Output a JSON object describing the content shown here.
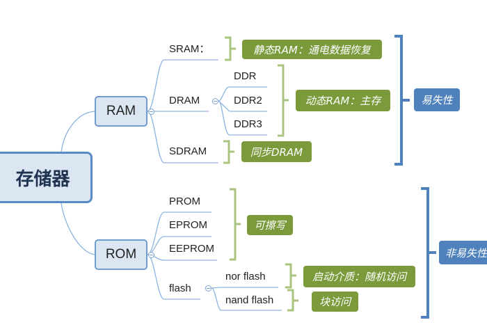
{
  "root": "存储器",
  "ram": {
    "label": "RAM",
    "children": [
      "SRAM：",
      "DRAM",
      "SDRAM"
    ],
    "dram_children": [
      "DDR",
      "DDR2",
      "DDR3"
    ],
    "notes": {
      "sram": "静态RAM：通电数据恢复",
      "dram": "动态RAM：主存",
      "sdram": "同步DRAM"
    },
    "summary": "易失性"
  },
  "rom": {
    "label": "ROM",
    "children": [
      "PROM",
      "EPROM",
      "EEPROM",
      "flash"
    ],
    "flash_children": [
      "nor flash",
      "nand flash"
    ],
    "notes": {
      "prom_group": "可擦写",
      "nor": "启动介质：随机访问",
      "nand": "块访问"
    },
    "summary": "非易失性"
  },
  "colors": {
    "connector": "#8db3e2",
    "green_bracket": "#a9c47f",
    "green_box": "#7a9a3b",
    "blue_bracket": "#4f81bd",
    "blue_box": "#4f81bd"
  }
}
